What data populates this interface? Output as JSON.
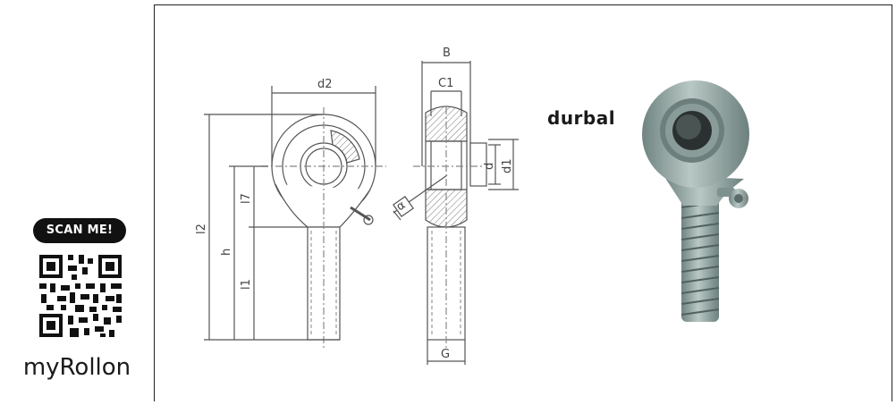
{
  "badge": {
    "text": "SCAN ME!"
  },
  "brand": {
    "text": "myRollon"
  },
  "logo": {
    "text": "durbal"
  },
  "labels": {
    "d2": "d2",
    "B": "B",
    "C1": "C1",
    "d": "d",
    "d1": "d1",
    "l2": "l2",
    "h": "h",
    "l7": "l7",
    "l1": "l1",
    "G": "G",
    "alpha": "α"
  },
  "colors": {
    "line": "#555555",
    "metal": "#8fa3a0",
    "dark": "#111111"
  }
}
